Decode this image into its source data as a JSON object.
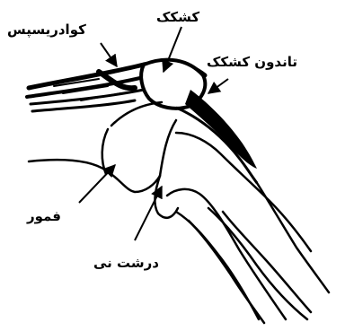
{
  "labels": {
    "quadriceps": "کوادریسپس",
    "patella": "کشکک",
    "patellar_tendon": "تاندون کشکک",
    "femur": "فمور",
    "tibial_tuberosity": "درشت نی"
  },
  "colors": {
    "ink": "#000000",
    "background": "#ffffff"
  }
}
